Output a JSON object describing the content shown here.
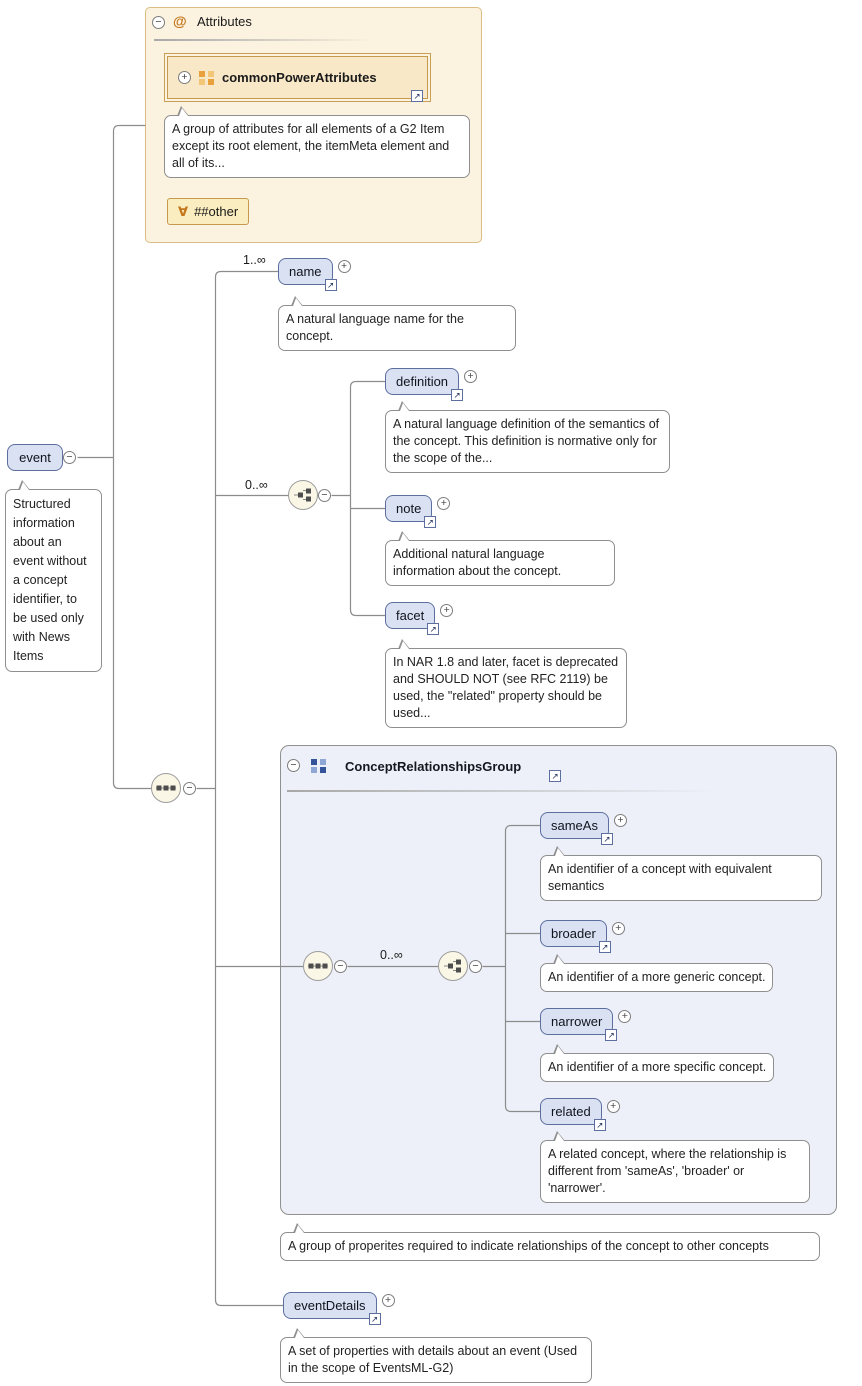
{
  "icons": {
    "link": "↗",
    "plus": "+",
    "minus": "−",
    "at": "@",
    "forall": "∀"
  },
  "colors": {
    "element_fill": "#d9e1f3",
    "element_border": "#5d6f9f",
    "attributes_fill": "#fbf2df",
    "attributes_border": "#c99f56",
    "group_fill": "#edf0f8",
    "annotation_border": "#8f8f8f",
    "connector": "#8c8c8c"
  },
  "attributes_section": {
    "title": "Attributes",
    "common_power_attributes": {
      "label": "commonPowerAttributes",
      "annotation": "A group of attributes for all elements of a G2 Item except its root element, the itemMeta element and all of its..."
    },
    "other": {
      "label": "##other"
    }
  },
  "event": {
    "label": "event",
    "annotation": "Structured information about an event without a concept identifier, to be used only with News Items"
  },
  "cardinalities": {
    "name": "1..∞",
    "definition_choice": "0..∞",
    "relationships": "0..∞"
  },
  "elements": {
    "name": {
      "label": "name",
      "annotation": "A natural language name for the concept."
    },
    "definition": {
      "label": "definition",
      "annotation": "A natural language definition of the semantics of the concept. This definition is normative only for the scope of the..."
    },
    "note": {
      "label": "note",
      "annotation": "Additional natural language information about the concept."
    },
    "facet": {
      "label": "facet",
      "annotation": "In NAR 1.8 and later, facet is deprecated and SHOULD NOT (see RFC 2119) be used, the \"related\" property should be used..."
    },
    "sameAs": {
      "label": "sameAs",
      "annotation": "An identifier of a concept with equivalent semantics"
    },
    "broader": {
      "label": "broader",
      "annotation": "An identifier of a more generic concept."
    },
    "narrower": {
      "label": "narrower",
      "annotation": "An identifier of a more specific concept."
    },
    "related": {
      "label": "related",
      "annotation": "A related concept, where the relationship is different from 'sameAs', 'broader' or 'narrower'."
    },
    "eventDetails": {
      "label": "eventDetails",
      "annotation": "A set of properties with details about an event (Used in the scope of EventsML-G2)"
    }
  },
  "group": {
    "title": "ConceptRelationshipsGroup",
    "annotation": "A group of properites required to indicate relationships of the concept to other concepts"
  }
}
